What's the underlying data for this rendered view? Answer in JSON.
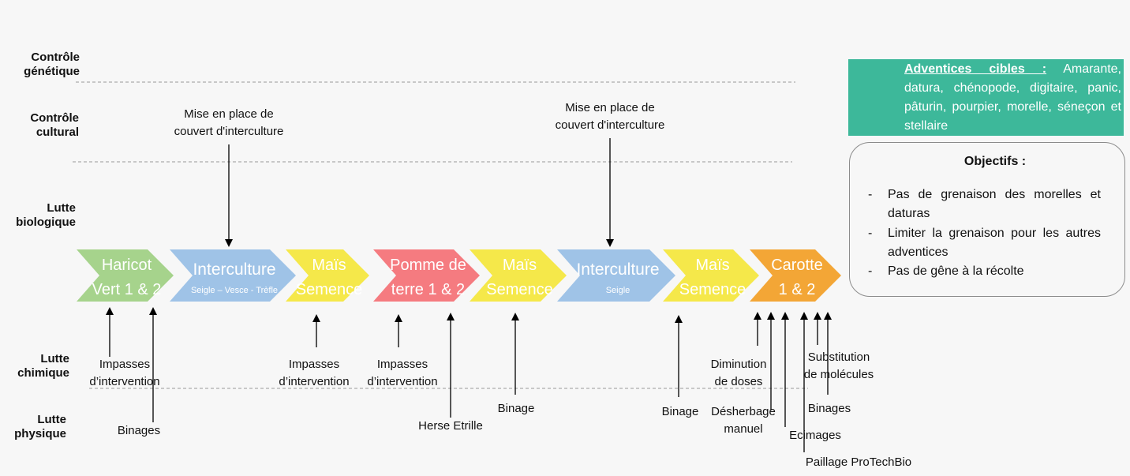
{
  "categories": {
    "genetique": [
      "Contrôle",
      "génétique"
    ],
    "cultural": [
      "Contrôle",
      "cultural"
    ],
    "biologique": [
      "Lutte",
      "biologique"
    ],
    "chimique": [
      "Lutte",
      "chimique"
    ],
    "physique": [
      "Lutte",
      "physique"
    ]
  },
  "crops": [
    {
      "line1": "Haricot",
      "line2": "Vert 1 & 2",
      "sub": "",
      "color": "#a6d38c"
    },
    {
      "line1": "Interculture",
      "line2": "",
      "sub": "Seigle – Vesce - Trèfle",
      "color": "#9fc3e7"
    },
    {
      "line1": "Maïs",
      "line2": "Semence",
      "sub": "",
      "color": "#f5e84a"
    },
    {
      "line1": "Pomme de",
      "line2": "terre 1 & 2",
      "sub": "",
      "color": "#f57b80"
    },
    {
      "line1": "Maïs",
      "line2": "Semence",
      "sub": "",
      "color": "#f5e84a"
    },
    {
      "line1": "Interculture",
      "line2": "",
      "sub": "Seigle",
      "color": "#9fc3e7"
    },
    {
      "line1": "Maïs",
      "line2": "Semence",
      "sub": "",
      "color": "#f5e84a"
    },
    {
      "line1": "Carotte",
      "line2": "1 & 2",
      "sub": "",
      "color": "#f3a636"
    }
  ],
  "cultural_notes": {
    "note1": [
      "Mise en place de",
      "couvert d'interculture"
    ],
    "note2": [
      "Mise en place de",
      "couvert d'interculture"
    ]
  },
  "interventions": {
    "impasses1": [
      "Impasses",
      "d’intervention"
    ],
    "binages1": "Binages",
    "impasses2": [
      "Impasses",
      "d’intervention"
    ],
    "impasses3": [
      "Impasses",
      "d’intervention"
    ],
    "herse": "Herse Etrille",
    "binage1": "Binage",
    "binage2": "Binage",
    "diminution": [
      "Diminution",
      "de doses"
    ],
    "desherbage": [
      "Désherbage",
      "manuel"
    ],
    "ecimages": "Ecimages",
    "paillage": "Paillage ProTechBio",
    "substitution": [
      "Substitution",
      "de molécules"
    ],
    "binages2": "Binages"
  },
  "adventices": {
    "title": "Adventices cibles :",
    "text": "Amarante, datura, chénopode, digitaire, panic, pâturin, pourpier, morelle, séneçon et stellaire"
  },
  "objectifs": {
    "title": "Objectifs :",
    "items": [
      "Pas de grenaison des morelles et daturas",
      "Limiter la grenaison pour les autres adventices",
      "Pas de gêne à la récolte"
    ]
  }
}
